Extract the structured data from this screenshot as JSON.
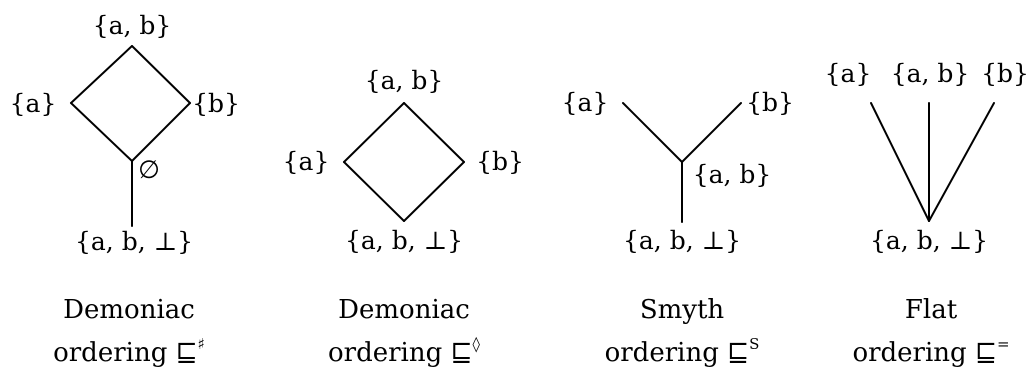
{
  "diagrams": [
    {
      "nodes": {
        "top": "{a, b}",
        "left": "{a}",
        "right": "{b}",
        "empty": "∅",
        "bottom": "{a, b, ⊥}"
      },
      "caption_line1": "Demoniac",
      "caption_line2_text": "ordering ",
      "order_symbol": "⊑",
      "order_superscript": "♯"
    },
    {
      "nodes": {
        "top": "{a, b}",
        "left": "{a}",
        "right": "{b}",
        "bottom": "{a, b, ⊥}"
      },
      "caption_line1": "Demoniac",
      "caption_line2_text": "ordering ",
      "order_symbol": "⊑",
      "order_superscript": "◊"
    },
    {
      "nodes": {
        "left": "{a}",
        "right": "{b}",
        "mid": "{a, b}",
        "bottom": "{a, b, ⊥}"
      },
      "caption_line1": "Smyth",
      "caption_line2_text": "ordering ",
      "order_symbol": "⊑",
      "order_superscript": "S"
    },
    {
      "nodes": {
        "left": "{a}",
        "middle": "{a, b}",
        "right": "{b}",
        "bottom": "{a, b, ⊥}"
      },
      "caption_line1": "Flat",
      "caption_line2_text": "ordering ",
      "order_symbol": "⊑",
      "order_superscript": "="
    }
  ]
}
